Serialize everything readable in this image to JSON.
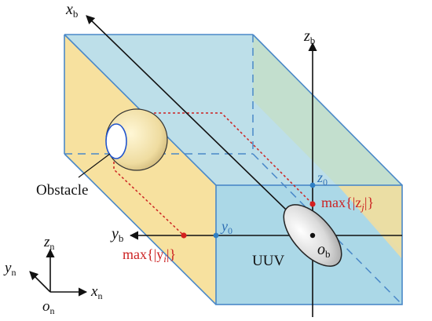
{
  "labels": {
    "xb_main": "x",
    "xb_sub": "b",
    "zb_main": "z",
    "zb_sub": "b",
    "yb_main": "y",
    "yb_sub": "b",
    "ob_main": "o",
    "ob_sub": "b",
    "z0_main": "z",
    "z0_sub": "0",
    "y0_main": "y",
    "y0_sub": "0",
    "obstacle": "Obstacle",
    "uuv": "UUV",
    "maxz_pre": "max{|z",
    "maxz_idx": "j",
    "maxz_post": "|}",
    "maxy_pre": "max{|y",
    "maxy_idx": "i",
    "maxy_post": "|}",
    "zn_main": "z",
    "zn_sub": "n",
    "yn_main": "y",
    "yn_sub": "n",
    "xn_main": "x",
    "xn_sub": "n",
    "on_main": "o",
    "on_sub": "n"
  },
  "colors": {
    "top_face": "#b9dde8",
    "left_face": "#f7df9a",
    "right_face": "#f7df9a",
    "front_face": "#a7d6e6",
    "edge": "#4a88c8",
    "projection": "#cc2222",
    "point_blue": "#2f7fc4",
    "point_red": "#d42020",
    "highlight_red": "#cc2222",
    "axis": "#111111"
  }
}
